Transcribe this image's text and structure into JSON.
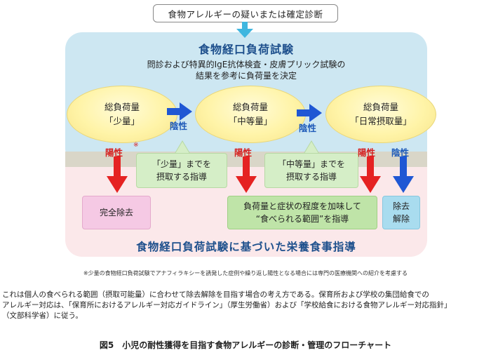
{
  "top_box": "食物アレルギーの疑いまたは確定診断",
  "upper": {
    "title": "食物経口負荷試験",
    "desc_line1": "問診および特異的IgE抗体検査・皮膚プリック試験の",
    "desc_line2": "結果を参考に負荷量を決定"
  },
  "stages": [
    {
      "line1": "総負荷量",
      "line2": "「少量」"
    },
    {
      "line1": "総負荷量",
      "line2": "「中等量」"
    },
    {
      "line1": "総負荷量",
      "line2": "「日常摂取量」"
    }
  ],
  "labels": {
    "negative": "陰性",
    "positive": "陽性",
    "asterisk": "※"
  },
  "callouts": [
    {
      "line1": "「少量」までを",
      "line2": "摂取する指導"
    },
    {
      "line1": "「中等量」までを",
      "line2": "摂取する指導"
    }
  ],
  "results": {
    "complete_removal": "完全除去",
    "guided_line1": "負荷量と症状の程度を加味して",
    "guided_line2": "“食べられる範囲”を指導",
    "lift_line1": "除去",
    "lift_line2": "解除"
  },
  "lower": {
    "title": "食物経口負荷試験に基づいた栄養食事指導"
  },
  "footnote": "※少量の食物経口負荷試験でアナフィラキシーを誘発した症例や繰り返し陽性となる場合には専門の医療機関への紹介を考慮する",
  "body_text": [
    "これは個人の食べられる範囲（摂取可能量）に合わせて除去解除を目指す場合の考え方である。保育所および学校の集団給食での",
    "アレルギー対応は、「保育所におけるアレルギー対応ガイドライン」（厚生労働省）および「学校給食における食物アレルギー対応指針」",
    "（文部科学省）に従う。"
  ],
  "caption": "図5　小児の耐性獲得を目指す食物アレルギーの診断・管理のフローチャート",
  "colors": {
    "arrow_blue": "#1f57d4",
    "arrow_red": "#e52222",
    "arrow_cyan": "#3fb6df",
    "upper_panel": "#cde7f2",
    "lower_panel": "#fbe8ea"
  }
}
